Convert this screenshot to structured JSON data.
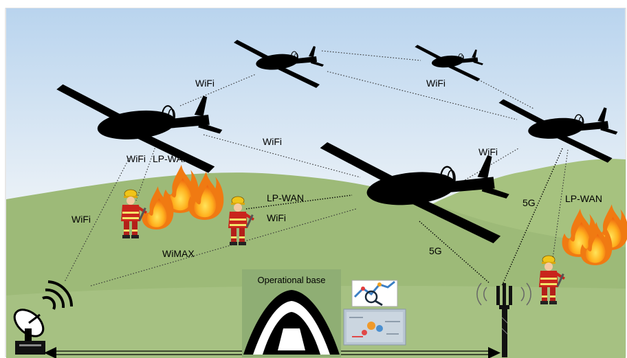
{
  "links": {
    "wifi": "WiFi",
    "lpwan": "LP-WAN",
    "fiveg": "5G",
    "wimax": "WiMAX"
  },
  "base": {
    "label": "Operational base"
  },
  "icons": {
    "drone": "fixed-wing-drone-icon",
    "firefighter": "firefighter-icon",
    "fire": "fire-icon",
    "dish": "satellite-dish-icon",
    "tower": "cell-tower-icon",
    "tent": "tent-icon"
  },
  "colors": {
    "sky_top": "#b9d4ee",
    "sky_bottom": "#f1f5f8",
    "hill": "#9dba78",
    "hill_front": "#a9c486",
    "fire_outer": "#f07a12",
    "fire_inner": "#ffd23a",
    "suit": "#c9251c",
    "helmet": "#f0c419",
    "base_bg": "#8fae74"
  }
}
